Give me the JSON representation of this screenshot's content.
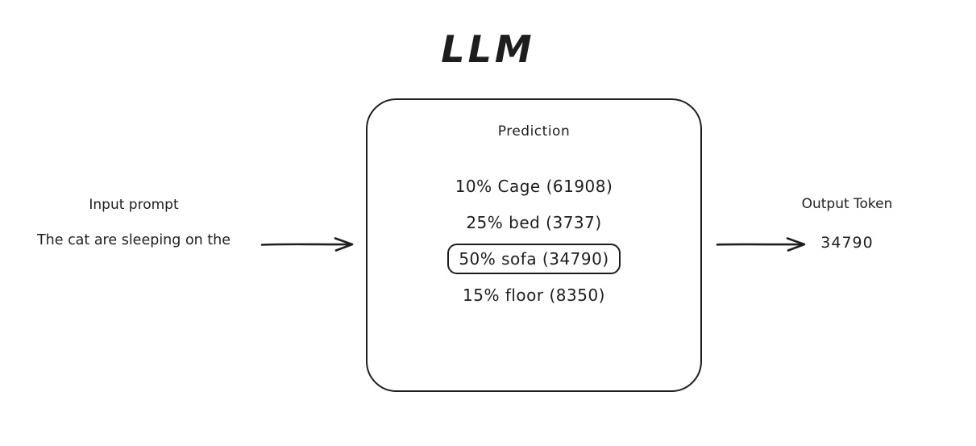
{
  "diagram": {
    "title": "LLM",
    "input": {
      "label": "Input prompt",
      "text": "The cat are sleeping on the"
    },
    "llm_box": {
      "header": "Prediction",
      "predictions": [
        {
          "text": "10% Cage (61908)",
          "selected": false
        },
        {
          "text": "25% bed (3737)",
          "selected": false
        },
        {
          "text": "50% sofa (34790)",
          "selected": true
        },
        {
          "text": "15% floor (8350)",
          "selected": false
        }
      ]
    },
    "output": {
      "label": "Output Token",
      "token": "34790"
    },
    "colors": {
      "stroke": "#1e1e1e",
      "background": "#ffffff"
    }
  }
}
